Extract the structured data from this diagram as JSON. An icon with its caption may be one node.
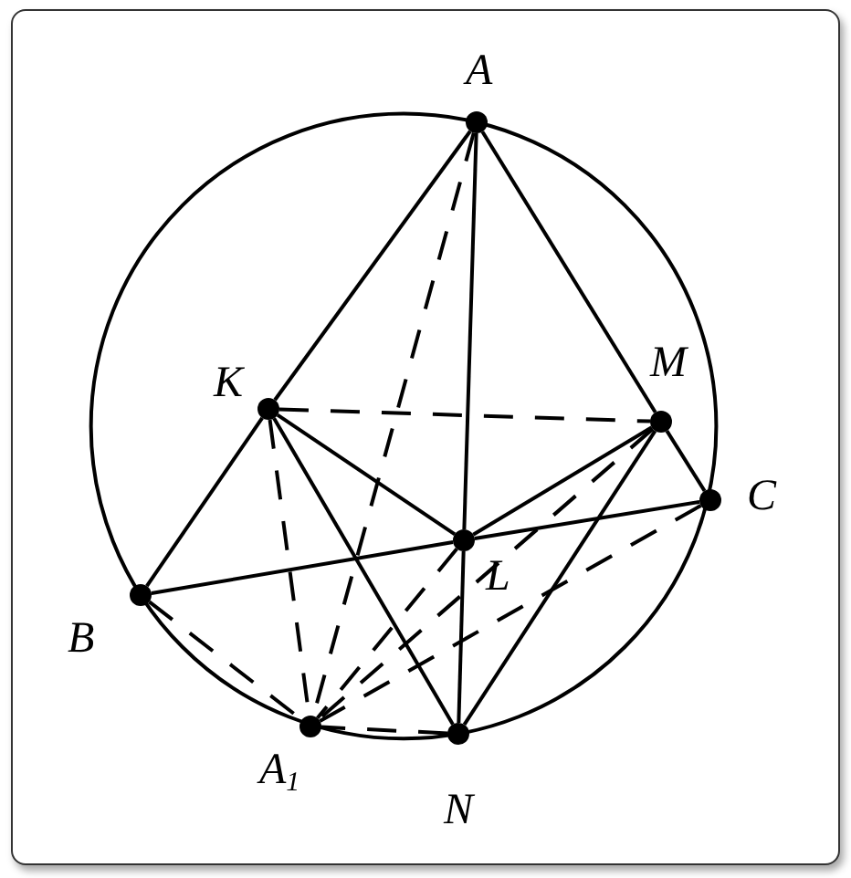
{
  "diagram": {
    "nodes": [
      {
        "text": [
          "A"
        ]
      },
      {
        "text": [
          "K"
        ]
      },
      {
        "text": [
          "M"
        ]
      },
      {
        "text": [
          "C"
        ]
      },
      {
        "text": [
          "L"
        ]
      },
      {
        "text": [
          "B"
        ]
      },
      {
        "text": [
          "A$_{1}$"
        ]
      },
      {
        "text": [
          "N"
        ]
      }
    ],
    "edges": [
      {
        "from": 0,
        "to": 1,
        "arrow": "none"
      },
      {
        "from": 0,
        "to": 4,
        "arrow": "none"
      },
      {
        "from": 0,
        "to": 2,
        "arrow": "none"
      },
      {
        "from": 1,
        "to": 5,
        "arrow": "none"
      },
      {
        "from": 1,
        "to": 4,
        "arrow": "none"
      },
      {
        "from": 1,
        "to": 7,
        "arrow": "none"
      },
      {
        "from": 5,
        "to": 4,
        "arrow": "none"
      },
      {
        "from": 4,
        "to": 3,
        "arrow": "none"
      },
      {
        "from": 2,
        "to": 3,
        "arrow": "none"
      },
      {
        "from": 2,
        "to": 4,
        "arrow": "none"
      },
      {
        "from": 2,
        "to": 7,
        "arrow": "none"
      },
      {
        "from": 4,
        "to": 7,
        "arrow": "none"
      },
      {
        "from": 1,
        "to": 2,
        "arrow": "none",
        "style": "dashed"
      },
      {
        "from": 0,
        "to": 6,
        "arrow": "none",
        "style": "dashed"
      },
      {
        "from": 1,
        "to": 6,
        "arrow": "none",
        "style": "dashed"
      },
      {
        "from": 5,
        "to": 6,
        "arrow": "none",
        "style": "dashed"
      },
      {
        "from": 7,
        "to": 6,
        "arrow": "none",
        "style": "dashed"
      },
      {
        "from": 4,
        "to": 6,
        "arrow": "none",
        "style": "dashed"
      },
      {
        "from": 2,
        "to": 6,
        "arrow": "none",
        "style": "dashed"
      },
      {
        "from": 3,
        "to": 6,
        "arrow": "none",
        "style": "dashed"
      }
    ]
  }
}
